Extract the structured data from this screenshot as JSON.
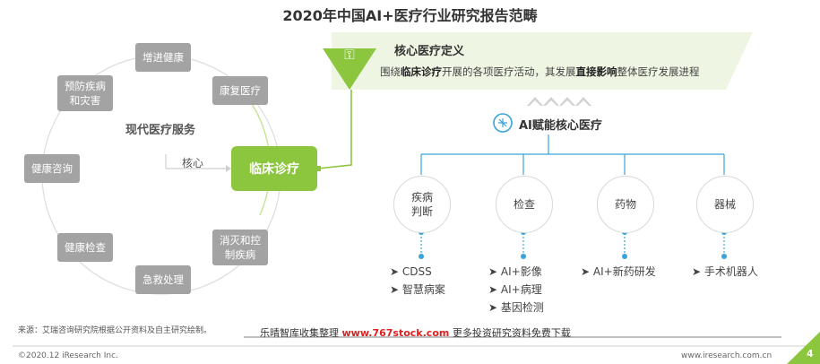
{
  "title": "2020年中国AI+医疗行业研究报告范畴",
  "modern_services": {
    "label": "现代医疗服务",
    "core_label": "核心",
    "center": "临床诊疗",
    "items": [
      "增进健康",
      "康复医疗",
      "预防疾病\n和灾害",
      "健康咨询",
      "健康检查",
      "急救处理",
      "消灭和控\n制疾病"
    ]
  },
  "core_definition": {
    "title": "核心医疗定义",
    "desc_prefix": "围绕",
    "desc_bold1": "临床诊疗",
    "desc_mid": "开展的各项医疗活动，其发展",
    "desc_bold2": "直接影响",
    "desc_suffix": "整体医疗发展进程"
  },
  "ai_core": {
    "title": "AI赋能核心医疗",
    "categories": [
      {
        "name": "疾病\n判断",
        "items": [
          "CDSS",
          "智慧病案"
        ]
      },
      {
        "name": "检查",
        "items": [
          "AI+影像",
          "AI+病理",
          "基因检测"
        ]
      },
      {
        "name": "药物",
        "items": [
          "AI+新药研发"
        ]
      },
      {
        "name": "器械",
        "items": [
          "手术机器人"
        ]
      }
    ],
    "bullet": "➤"
  },
  "footer": {
    "source": "来源：艾瑞咨询研究院根据公开资料及自主研究绘制。",
    "middle_prefix": "乐晴智库收集整理",
    "middle_site": "www.767stock.com",
    "middle_suffix": "更多投资研究资料免费下载",
    "copyright": "©2020.12 iResearch Inc.",
    "website": "www.iresearch.com.cn",
    "page_number": "4"
  },
  "colors": {
    "accent_green": "#8cc63f",
    "line_blue": "#3aa3d9",
    "gray_box": "#a3a3a3"
  }
}
